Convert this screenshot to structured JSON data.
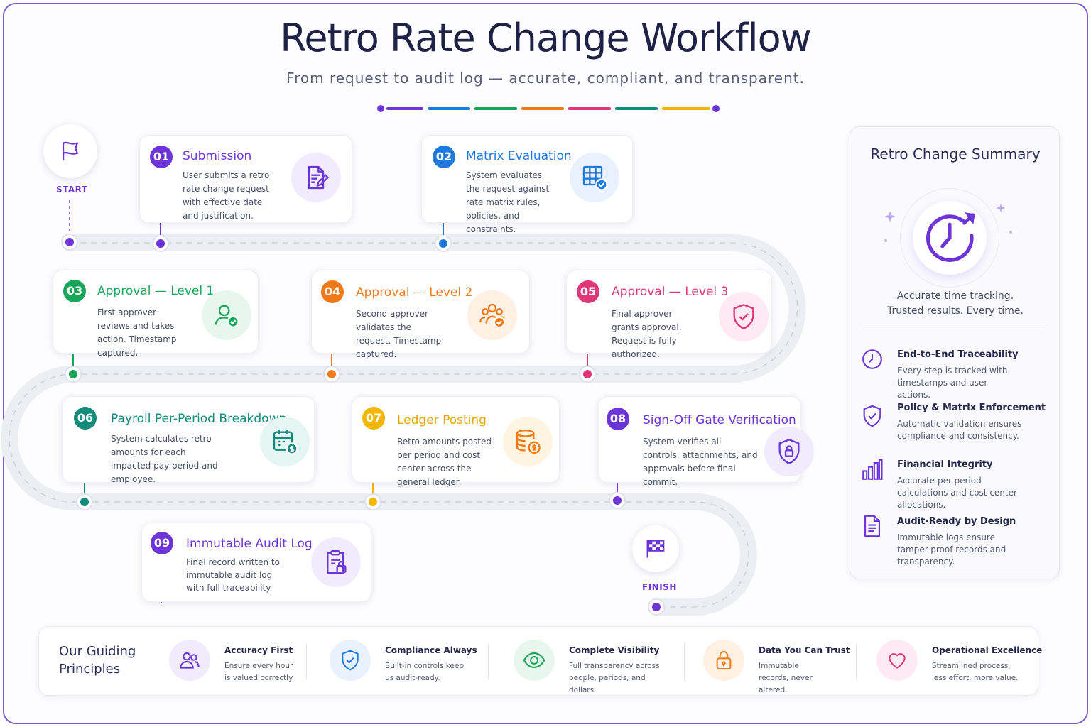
{
  "header": {
    "title": "Retro Rate  Change Workflow",
    "subtitle": "From request to audit log — accurate, compliant, and transparent."
  },
  "markers": {
    "start": "START",
    "finish": "FINISH"
  },
  "steps": [
    {
      "num": "01",
      "title": "Submission",
      "desc": "User submits a retro rate change request with effective date and justification.",
      "color": "#6d35d8",
      "icon": "document-edit-icon"
    },
    {
      "num": "02",
      "title": "Matrix Evaluation",
      "desc": "System evaluates the request against rate matrix rules, policies, and constraints.",
      "color": "#1f7ae0",
      "icon": "matrix-check-icon"
    },
    {
      "num": "03",
      "title": "Approval — Level 1",
      "desc": "First approver reviews and takes action. Timestamp captured.",
      "color": "#1aa65a",
      "icon": "user-check-icon"
    },
    {
      "num": "04",
      "title": "Approval — Level 2",
      "desc": "Second approver validates the request. Timestamp captured.",
      "color": "#f07a18",
      "icon": "users-check-icon"
    },
    {
      "num": "05",
      "title": "Approval — Level 3",
      "desc": "Final approver grants approval. Request is fully authorized.",
      "color": "#e0367a",
      "icon": "shield-check-icon"
    },
    {
      "num": "06",
      "title": "Payroll Per-Period Breakdown",
      "desc": "System calculates retro amounts for each impacted pay period and employee.",
      "color": "#138a7a",
      "icon": "calendar-dollar-icon"
    },
    {
      "num": "07",
      "title": "Ledger Posting",
      "desc": "Retro amounts posted per period and cost center across the general ledger.",
      "color": "#f2b705",
      "icon": "coins-icon"
    },
    {
      "num": "08",
      "title": "Sign-Off Gate Verification",
      "desc": "System verifies all controls, attachments, and approvals before final commit.",
      "color": "#6d35d8",
      "icon": "shield-lock-icon"
    },
    {
      "num": "09",
      "title": "Immutable Audit Log",
      "desc": "Final record written to immutable audit log with full traceability.",
      "color": "#6d35d8",
      "icon": "clipboard-lock-icon"
    }
  ],
  "summary": {
    "title": "Retro Change Summary",
    "tagline_1": "Accurate time tracking.",
    "tagline_2": "Trusted results. Every time.",
    "features": [
      {
        "title": "End-to-End Traceability",
        "desc": "Every step is tracked with timestamps and user actions.",
        "icon": "clock-icon"
      },
      {
        "title": "Policy & Matrix Enforcement",
        "desc": "Automatic validation ensures compliance and consistency.",
        "icon": "shield-check-icon"
      },
      {
        "title": "Financial Integrity",
        "desc": "Accurate per-period calculations and cost center allocations.",
        "icon": "bar-chart-icon"
      },
      {
        "title": "Audit-Ready by Design",
        "desc": "Immutable logs ensure tamper-proof records and transparency.",
        "icon": "document-icon"
      }
    ]
  },
  "principles": {
    "heading_1": "Our Guiding",
    "heading_2": "Principles",
    "items": [
      {
        "title": "Accuracy First",
        "desc": "Ensure every hour is valued correctly.",
        "icon": "users-icon",
        "color": "#6d35d8"
      },
      {
        "title": "Compliance Always",
        "desc": "Built-in controls keep us audit-ready.",
        "icon": "shield-check-icon",
        "color": "#1f7ae0"
      },
      {
        "title": "Complete Visibility",
        "desc": "Full transparency across people, periods, and dollars.",
        "icon": "eye-icon",
        "color": "#1aa65a"
      },
      {
        "title": "Data You Can Trust",
        "desc": "Immutable records, never altered.",
        "icon": "lock-icon",
        "color": "#f07a18"
      },
      {
        "title": "Operational Excellence",
        "desc": "Streamlined process, less effort, more value.",
        "icon": "heart-icon",
        "color": "#e0367a"
      }
    ]
  }
}
